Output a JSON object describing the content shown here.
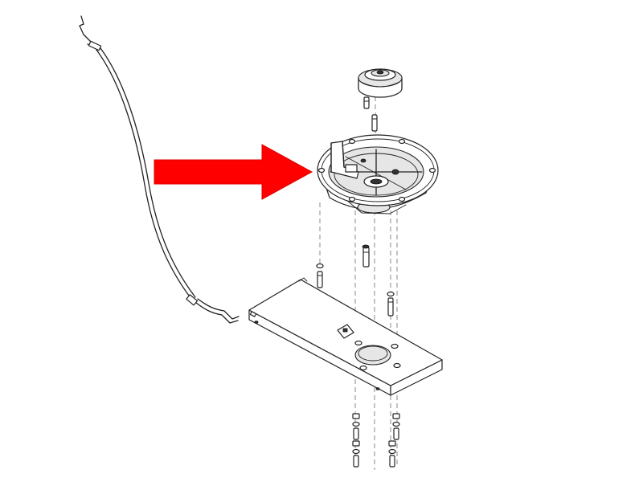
{
  "diagram": {
    "kind": "exploded-parts-view",
    "parts": [
      "control-cable",
      "pulley",
      "bearing-housing",
      "deck-plate",
      "bolt",
      "washer",
      "nut"
    ],
    "highlighted_part": "bearing-housing",
    "arrow_direction": "right"
  },
  "colors": {
    "background": "#ffffff",
    "line": "#222222",
    "hidden_line": "#888888",
    "arrow": "#ff0000"
  },
  "icons": {
    "pointer": "red-arrow-icon"
  }
}
